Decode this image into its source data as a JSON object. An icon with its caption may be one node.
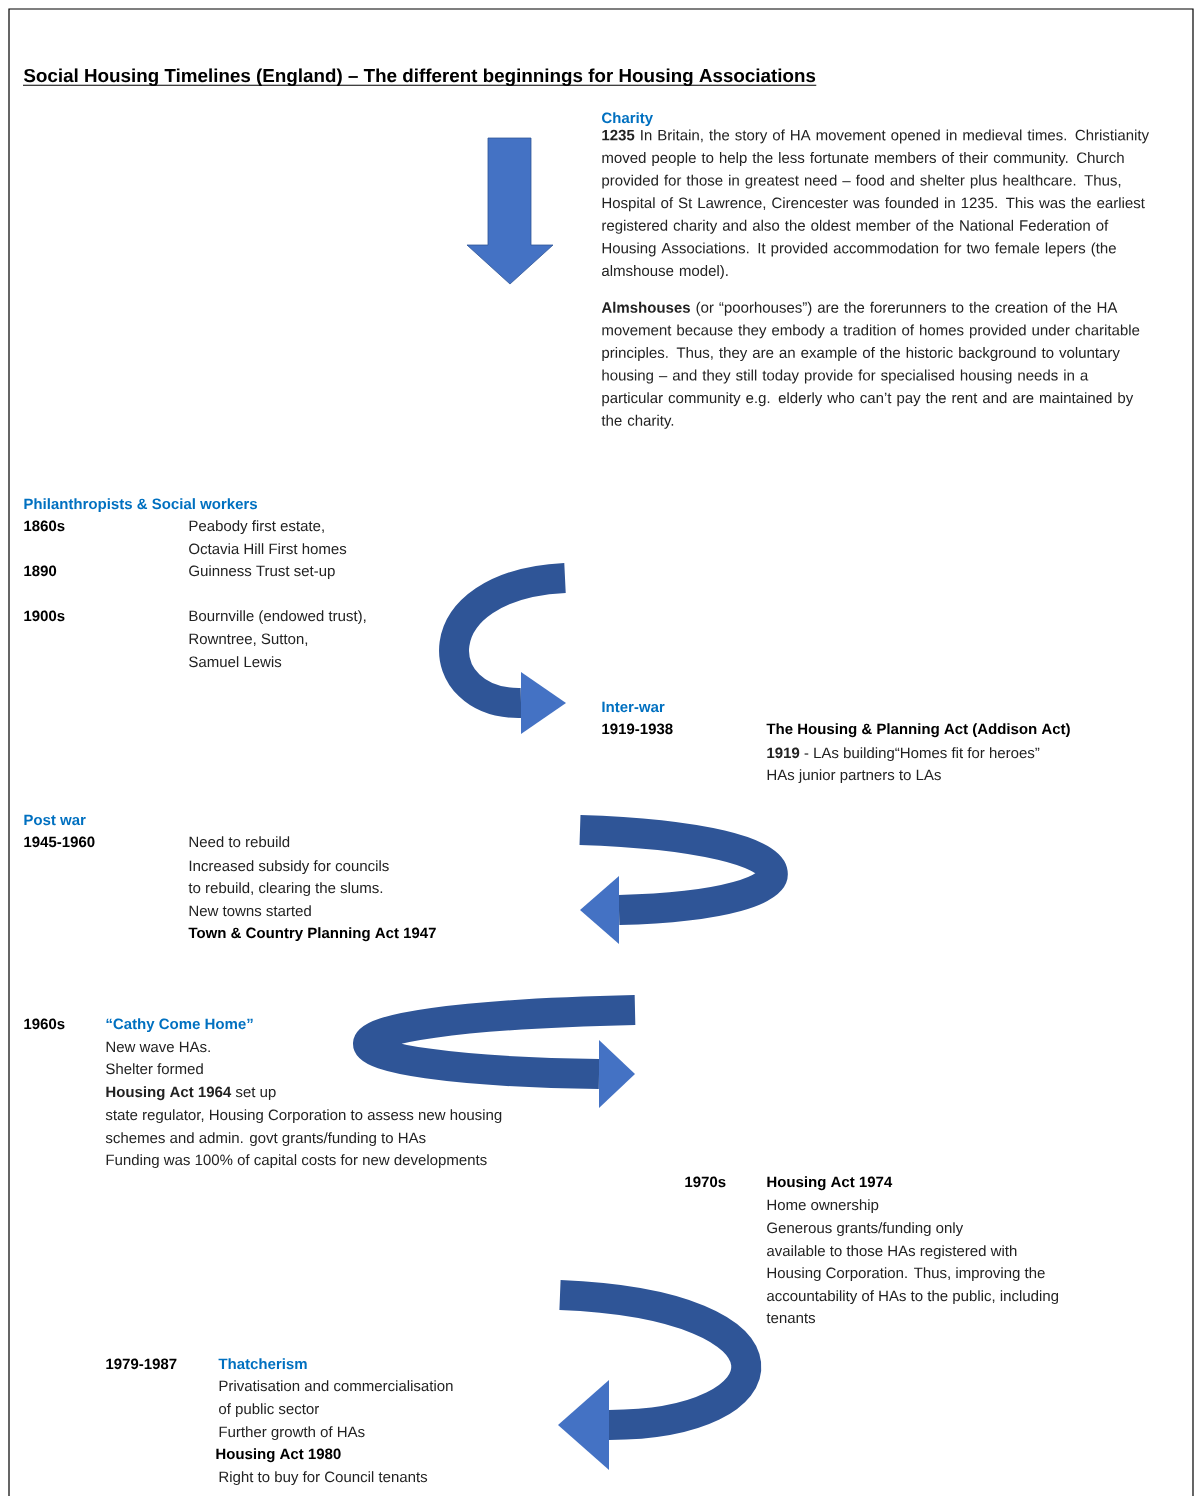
{
  "diagram": {
    "title": "Social Housing Timelines (England) – The different beginnings for Housing Associations",
    "labels": [
      "Charity",
      "**1235** In Britain, the story of HA movement opened in medieval times. Christianity moved people to help the less fortunate members of their community. Church provided for those in greatest need – food and shelter plus healthcare. Thus, Hospital of St Lawrence, Cirencester was founded in 1235. This was the earliest registered charity and also the oldest member of the National Federation of Housing Associations. It provided accommodation for two female lepers (the almshouse model).",
      "**Almshouses** (or “poorhouses”) are the forerunners to the creation of the HA movement because they embody a tradition of homes provided under charitable principles. Thus, they are an example of the historic background to voluntary housing – and they still today provide for specialised housing needs in a particular community e.g. elderly who can’t pay the rent and are maintained by the charity.",
      "Philanthropists & Social workers",
      "1860s",
      "Peabody first estate,",
      "Octavia Hill First homes",
      "1890",
      "Guinness Trust set-up",
      "1900s",
      "Bournville (endowed trust),",
      "Rowntree, Sutton,",
      "Samuel Lewis",
      "Inter-war",
      "1919-1938",
      "The Housing & Planning Act (Addison Act)",
      "**1919** - LAs building“Homes fit for heroes”",
      "HAs junior partners to LAs",
      "Post war",
      "1945-1960",
      "Need to rebuild",
      "Increased subsidy for councils",
      "to rebuild, clearing the slums.",
      "New towns started",
      "Town & Country Planning Act 1947",
      "1960s",
      "“Cathy Come Home”",
      "New wave HAs.",
      "Shelter formed",
      "**Housing Act 1964** set up",
      "state regulator, Housing Corporation to assess new housing",
      "schemes and admin. govt grants/funding to HAs",
      "Funding was 100% of capital costs for new developments",
      "1970s",
      "Housing Act 1974",
      "Home ownership",
      "Generous grants/funding only",
      "available to those HAs registered with",
      "Housing Corporation. Thus, improving the",
      "accountability of HAs to the public, including",
      "tenants",
      "1979-1987",
      "Thatcherism",
      "Privatisation and commercialisation",
      "of public sector",
      "Further growth of HAs",
      "Housing Act 1980",
      "Right to buy for Council tenants"
    ]
  }
}
